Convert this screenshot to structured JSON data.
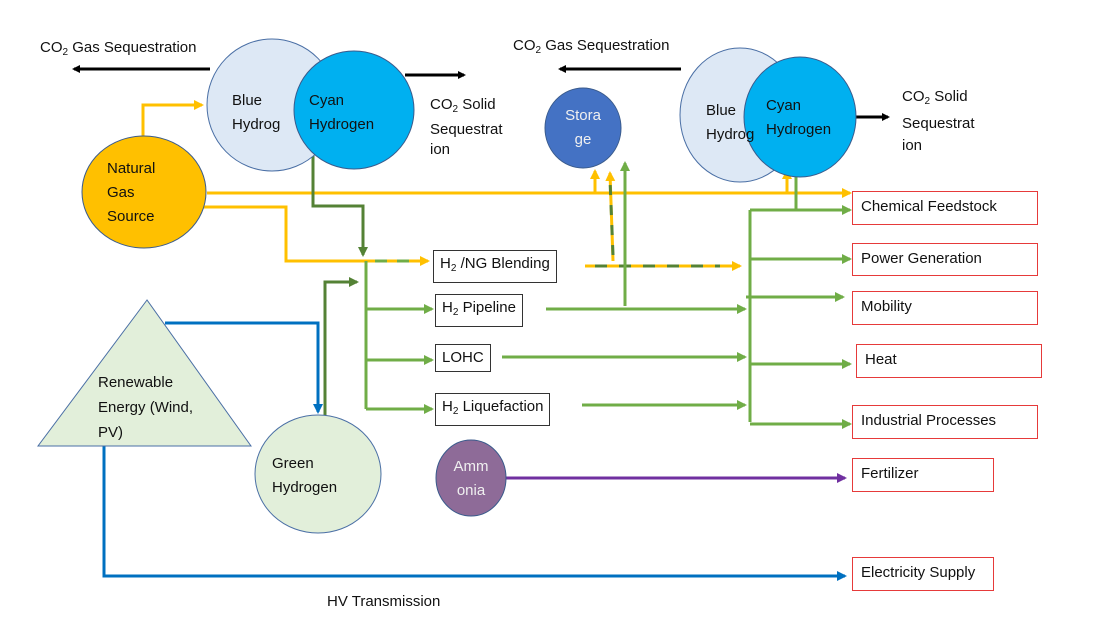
{
  "colors": {
    "natural_gas": "#ffc000",
    "blue_hydrogen": "#dde8f5",
    "cyan_hydrogen": "#00b0f0",
    "storage": "#4472c4",
    "green_hydrogen": "#e2efda",
    "ammonia": "#8e6b98",
    "renewable": "#e2efda",
    "flow_green": "#70ad47",
    "flow_dark_green": "#548235",
    "flow_yellow": "#ffc000",
    "flow_blue": "#0070c0",
    "flow_purple": "#7030a0",
    "flow_black": "#000000",
    "end_use_border": "#e63a3a"
  },
  "sources": {
    "natural_gas": {
      "line1": "Natural",
      "line2": "Gas",
      "line3": "Source"
    },
    "renewable": {
      "line1": "Renewable",
      "line2": "Energy (Wind,",
      "line3": "PV)"
    }
  },
  "production": {
    "blue_left": {
      "line1": "Blue",
      "line2": "Hydrog"
    },
    "cyan_left": {
      "line1": "Cyan",
      "line2": "Hydrogen"
    },
    "blue_right": {
      "line1": "Blue",
      "line2": "Hydrog"
    },
    "cyan_right": {
      "line1": "Cyan",
      "line2": "Hydrogen"
    },
    "green": {
      "line1": "Green",
      "line2": "Hydrogen"
    }
  },
  "storage": {
    "line1": "Stora",
    "line2": "ge"
  },
  "ammonia": {
    "line1": "Amm",
    "line2": "onia"
  },
  "sequestration": {
    "gas_left": {
      "prefix": "CO",
      "sub": "2",
      "suffix": " Gas Sequestration"
    },
    "solid_left": {
      "prefix": "CO",
      "sub": "2",
      "suffix": " Solid",
      "line2": "Sequestrat",
      "line3": "ion"
    },
    "gas_right": {
      "prefix": "CO",
      "sub": "2",
      "suffix": " Gas Sequestration"
    },
    "solid_right": {
      "prefix": "CO",
      "sub": "2",
      "suffix": " Solid",
      "line2": "Sequestrat",
      "line3": "ion"
    }
  },
  "transport": [
    {
      "prefix": "H",
      "sub": "2",
      "suffix": " /NG Blending"
    },
    {
      "prefix": "H",
      "sub": "2",
      "suffix": " Pipeline"
    },
    {
      "prefix": "",
      "sub": "",
      "suffix": "LOHC"
    },
    {
      "prefix": "H",
      "sub": "2",
      "suffix": " Liquefaction"
    }
  ],
  "end_uses": [
    "Chemical Feedstock",
    "Power Generation",
    "Mobility",
    "Heat",
    "Industrial Processes",
    "Fertilizer",
    "Electricity Supply"
  ],
  "labels": {
    "hv_transmission": "HV Transmission"
  }
}
